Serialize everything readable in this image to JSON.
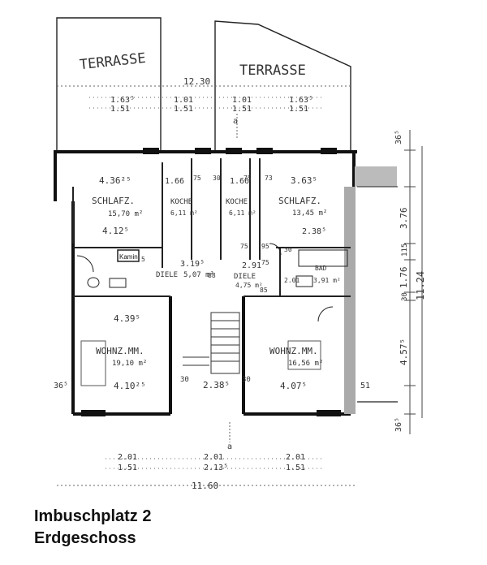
{
  "plan": {
    "terrace_labels": [
      "TERRASSE",
      "TERRASSE"
    ],
    "top_dims": {
      "overall": "12.30",
      "upper": [
        "1.63⁵",
        "1.01",
        "1.01",
        "1.63⁵"
      ],
      "lower": [
        "1.51",
        "1.51",
        "1.51",
        "1.51"
      ]
    },
    "rooms": [
      {
        "name": "SCHLAFZ.",
        "area": "15,70 m²",
        "dim_a": "4.36²⁵",
        "dim_b": "4.12⁵"
      },
      {
        "name": "KOCHE",
        "area": "6,11 m²",
        "dim_a": "1.66"
      },
      {
        "name": "KOCHE",
        "area": "6,11 m²",
        "dim_a": "1.66"
      },
      {
        "name": "SCHLAFZ.",
        "area": "13,45 m²",
        "dim_a": "3.63⁵",
        "dim_b": "2.38⁵"
      },
      {
        "name": "DIELE",
        "area": "5,07 m²",
        "dim_a": "3.19⁵"
      },
      {
        "name": "DIELE",
        "area": "4,75 m²",
        "dim_a": "2.91"
      },
      {
        "name": "BAD",
        "area": "3,91 m²",
        "dim_a": "2.01"
      },
      {
        "name": "WOHNZ.MM.",
        "area": "19,10 m²",
        "dim_a": "4.39⁵",
        "dim_b": "4.10²⁵"
      },
      {
        "name": "WOHNZ.MM.",
        "area": "16,56 m²",
        "dim_a": "4.07⁵"
      }
    ],
    "kamin_label": "Kamin",
    "small_marks": [
      "75",
      "75",
      "30",
      "73",
      "75",
      "5",
      "95",
      "75",
      "30",
      "88",
      "85",
      "30",
      "30"
    ],
    "stair_dim": "2.38⁵",
    "right_dims": [
      "36⁵",
      "3.76",
      "115",
      "1.76",
      "30",
      "4.57⁵",
      "11.24",
      "51",
      "36⁵"
    ],
    "left_dims": [
      "36⁵"
    ],
    "section_mark": "a",
    "bottom_dims": {
      "upper": [
        "2.01",
        "2.01",
        "2.01"
      ],
      "lower": [
        "1.51",
        "2.13⁵",
        "1.51"
      ],
      "overall": "11.60"
    }
  },
  "caption": {
    "line1": "Imbuschplatz  2",
    "line2": "Erdgeschoss"
  }
}
